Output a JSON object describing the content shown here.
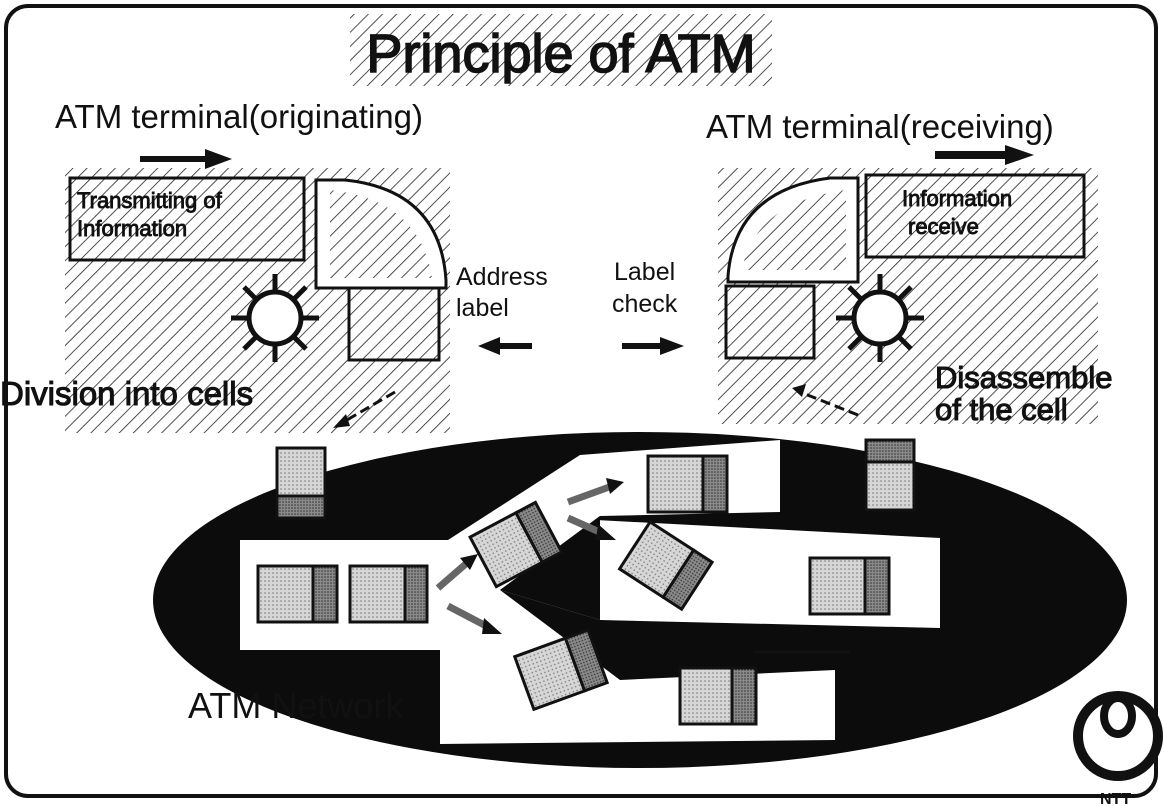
{
  "title": "Principle of ATM",
  "originating_terminal": {
    "heading": "ATM terminal(originating)",
    "box_line1": "Transmitting of",
    "box_line2": "Information"
  },
  "receiving_terminal": {
    "heading": "ATM terminal(receiving)",
    "box_line1": "Information",
    "box_line2": "receive"
  },
  "labels": {
    "address_line1": "Address",
    "address_line2": "label",
    "check_line1": "Label",
    "check_line2": "check",
    "division": "Division into cells",
    "disassemble_line1": "Disassemble",
    "disassemble_line2": "of the cell",
    "network": "ATM Network",
    "logo_text": "NTT"
  },
  "icons": [
    "arrow-right-icon",
    "arrow-left-icon",
    "gear-icon",
    "cell-icon",
    "ntt-logo-icon"
  ],
  "colors": {
    "ink": "#111111",
    "cell_light": "#c8c8c8",
    "cell_dark": "#7a7a7a",
    "paper": "#ffffff"
  }
}
